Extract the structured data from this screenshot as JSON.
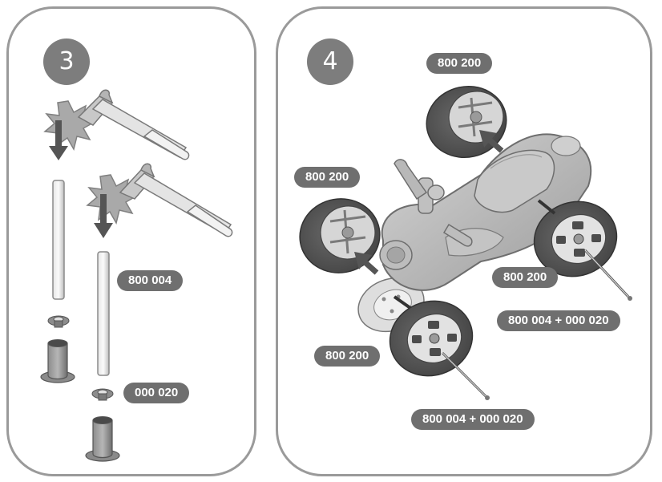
{
  "steps": {
    "left": {
      "number": "3"
    },
    "right": {
      "number": "4"
    }
  },
  "labels": {
    "part_800004": "800 004",
    "part_000020": "000 020",
    "wheel_top": "800 200",
    "wheel_left": "800 200",
    "wheel_right": "800 200",
    "wheel_bottom": "800 200",
    "axle_right": "800 004 + 000 020",
    "axle_bottom": "800 004 + 000 020"
  },
  "colors": {
    "frame": "#9a9a9a",
    "label_bg": "#6f6f6f",
    "part_gray": "#b3b3b3",
    "part_dark": "#5e5e5e"
  },
  "icons": [
    "hammer-icon",
    "impact-burst-icon",
    "down-arrow-icon",
    "insert-arrow-icon"
  ]
}
